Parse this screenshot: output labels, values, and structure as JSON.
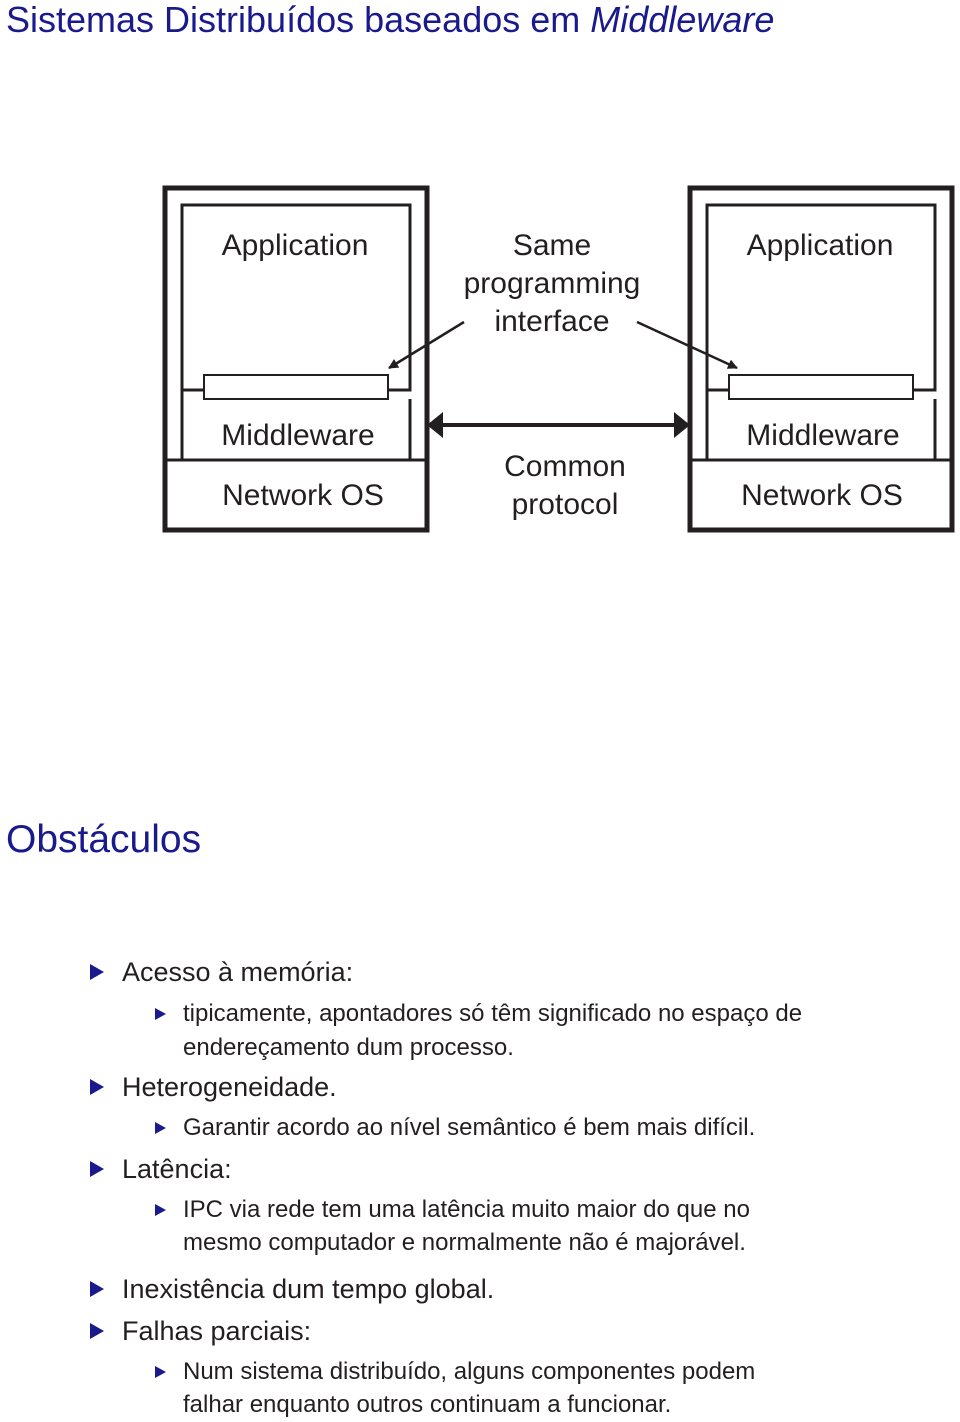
{
  "slide": {
    "title_main": "Sistemas Distribuídos baseados em ",
    "title_emph": "Middleware"
  },
  "diagram": {
    "left_host": {
      "application": "Application",
      "middleware": "Middleware",
      "network_os": "Network OS"
    },
    "right_host": {
      "application": "Application",
      "middleware": "Middleware",
      "network_os": "Network OS"
    },
    "interface_label": [
      "Same",
      "programming",
      "interface"
    ],
    "protocol_label": [
      "Common",
      "protocol"
    ]
  },
  "obstacles": {
    "heading": "Obstáculos",
    "items": [
      {
        "text": "Acesso à memória:",
        "sub": [
          "tipicamente, apontadores só têm significado no espaço de",
          "endereçamento dum processo."
        ]
      },
      {
        "text": "Heterogeneidade.",
        "sub": [
          "Garantir acordo ao nível semântico é bem mais difícil."
        ]
      },
      {
        "text": "Latência:",
        "sub": [
          "IPC via rede tem uma latência muito maior do que no",
          "mesmo computador e normalmente não é majorável."
        ]
      },
      {
        "text": "Inexistência dum tempo global.",
        "sub": []
      },
      {
        "text": "Falhas parciais:",
        "sub": [
          "Num sistema distribuído, alguns componentes podem",
          "falhar enquanto outros continuam a funcionar."
        ]
      }
    ]
  }
}
